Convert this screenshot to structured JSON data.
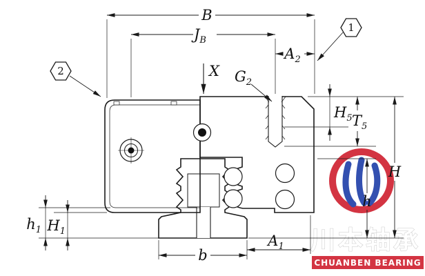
{
  "drawing": {
    "dims": {
      "B": {
        "base": "B",
        "sub": ""
      },
      "JB": {
        "base": "J",
        "sub": "B"
      },
      "A2": {
        "base": "A",
        "sub": "2"
      },
      "X": {
        "base": "X",
        "sub": ""
      },
      "G2": {
        "base": "G",
        "sub": "2"
      },
      "H5": {
        "base": "H",
        "sub": "5"
      },
      "T5": {
        "base": "T",
        "sub": "5"
      },
      "H": {
        "base": "H",
        "sub": ""
      },
      "h": {
        "base": "h",
        "sub": ""
      },
      "h1": {
        "base": "h",
        "sub": "1"
      },
      "H1": {
        "base": "H",
        "sub": "1"
      },
      "b": {
        "base": "b",
        "sub": ""
      },
      "A1": {
        "base": "A",
        "sub": "1"
      }
    },
    "callouts": {
      "balloon1": "1",
      "balloon2": "2"
    }
  },
  "watermark": {
    "brand_cn": "川本轴承",
    "brand_en": "CHUANBEN BEARING"
  },
  "colors": {
    "line": "#1a1a1a",
    "watermark_red": "#cf1f2e",
    "watermark_blue": "#1d3ea8",
    "background": "#ffffff"
  }
}
